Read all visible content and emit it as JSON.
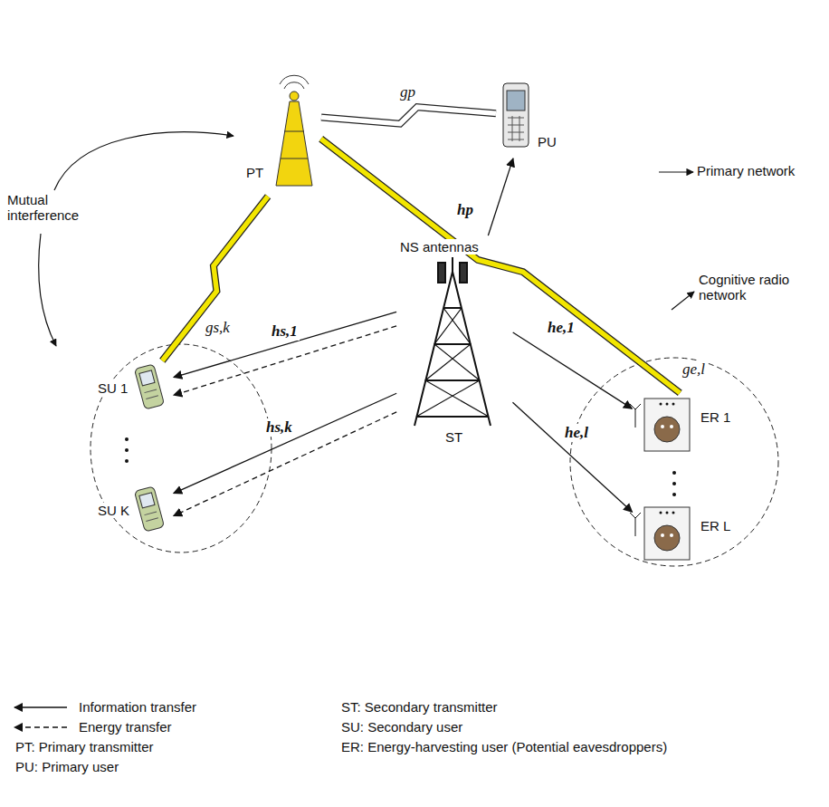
{
  "diagram": {
    "nodes": [
      {
        "text": [
          "Primary network"
        ]
      },
      {
        "text": [
          "PT"
        ],
        "in": 0
      },
      {
        "text": [
          "PU"
        ],
        "in": 0
      },
      {
        "text": [
          "Cognitive radio network"
        ]
      },
      {
        "text": [
          "SU 1"
        ],
        "in": 3
      },
      {
        "text": [
          "SU K"
        ],
        "in": 3
      },
      {
        "text": [
          "NS antennas",
          "ST"
        ],
        "in": 3
      },
      {
        "text": [
          "ER 1"
        ],
        "in": 3
      },
      {
        "text": [
          "ER L"
        ],
        "in": 3
      }
    ],
    "edges": [
      {
        "from": 1,
        "to": 2,
        "arrow": "none",
        "label": "gp"
      },
      {
        "from": 6,
        "to": 2,
        "arrow": "to",
        "label": "hp"
      },
      {
        "from": 1,
        "to": 4,
        "arrow": "none",
        "label": "gs,k"
      },
      {
        "from": 1,
        "to": 7,
        "arrow": "none",
        "label": "ge,l"
      },
      {
        "from": 6,
        "to": 4,
        "arrow": "to",
        "label": "hs,1"
      },
      {
        "from": 6,
        "to": 5,
        "arrow": "to",
        "label": "hs,k"
      },
      {
        "from": 6,
        "to": 4,
        "arrow": "to"
      },
      {
        "from": 6,
        "to": 5,
        "arrow": "to"
      },
      {
        "from": 6,
        "to": 7,
        "arrow": "to",
        "label": "he,1"
      },
      {
        "from": 6,
        "to": 8,
        "arrow": "to",
        "label": "he,l"
      }
    ],
    "labels": [
      "Mutual interference",
      "PT: Primary transmitter",
      "PU: Primary user",
      "ST: Secondary transmitter",
      "SU: Secondary user",
      "ER: Energy-harvesting user (Potential eavesdroppers)"
    ],
    "legend": [
      {
        "text": "Information transfer"
      },
      {
        "text": "Energy transfer"
      }
    ]
  }
}
